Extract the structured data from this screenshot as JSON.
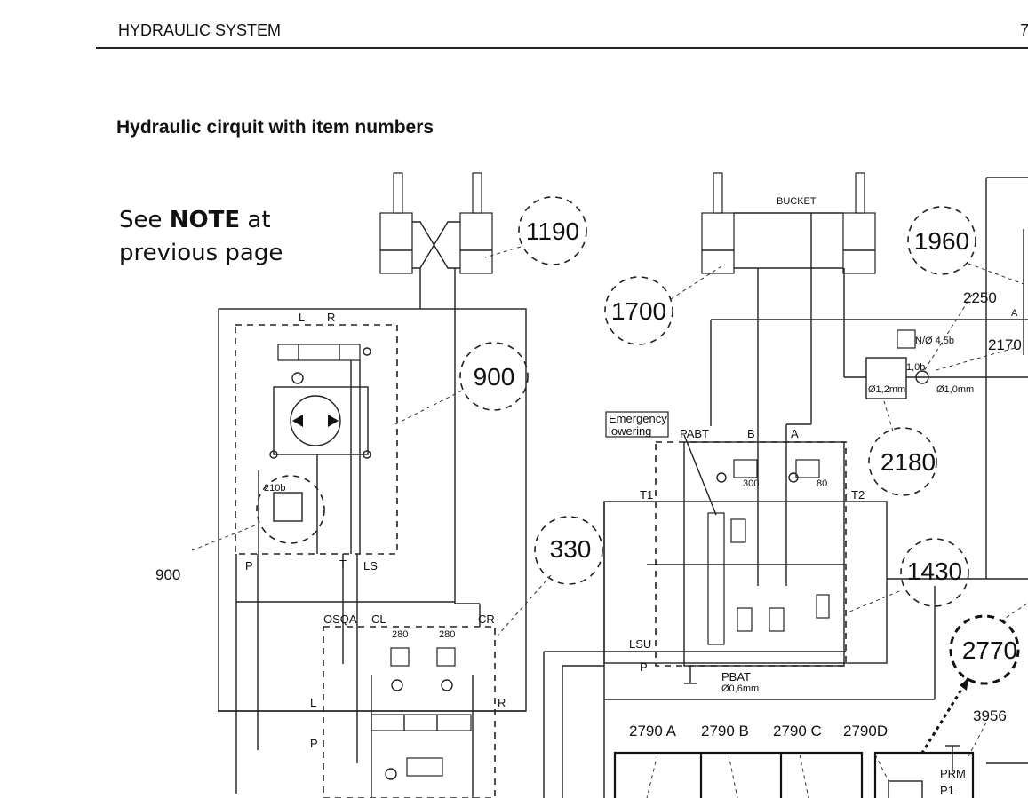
{
  "header": {
    "section": "HYDRAULIC SYSTEM",
    "page_number": "7"
  },
  "title": "Hydraulic cirquit with item numbers",
  "note": {
    "prefix": "See ",
    "bold": "NOTE",
    "suffix": " at",
    "line2": "previous page"
  },
  "callouts": [
    {
      "id": "1190",
      "label": "1190"
    },
    {
      "id": "1700",
      "label": "1700"
    },
    {
      "id": "1960",
      "label": "1960"
    },
    {
      "id": "900",
      "label": "900"
    },
    {
      "id": "2180",
      "label": "2180"
    },
    {
      "id": "330",
      "label": "330"
    },
    {
      "id": "1430",
      "label": "1430"
    },
    {
      "id": "2770",
      "label": "2770"
    }
  ],
  "item_labels": {
    "i900": "900",
    "i2250": "2250",
    "i2170": "2170",
    "i3956": "3956",
    "i2790a": "2790 A",
    "i2790b": "2790 B",
    "i2790c": "2790 C",
    "i2790d": "2790D"
  },
  "port_labels": {
    "L1": "L",
    "R1": "R",
    "P1": "P",
    "T1": "T",
    "LS": "LS",
    "OSQA": "OSQA",
    "CL": "CL",
    "CR": "CR",
    "L2": "L",
    "R2": "R",
    "P2": "P",
    "bucket": "BUCKET",
    "PABT": "PABT",
    "B": "B",
    "A": "A",
    "A2": "A",
    "T1v": "T1",
    "T2v": "T2",
    "LSU": "LSU",
    "Pv": "P",
    "PBAT": "PBAT",
    "orifice06": "Ø0,6mm",
    "orifice12": "Ø1,2mm",
    "orifice10": "Ø1,0mm",
    "no45": "N/Ø 4,5b",
    "b10": "1,0b",
    "b210": "210b",
    "p280a": "280",
    "p280b": "280",
    "p300": "300",
    "p80": "80",
    "PRM": "PRM",
    "P1b": "P1"
  },
  "emergency": {
    "line1": "Emergency",
    "line2": "lowering"
  }
}
